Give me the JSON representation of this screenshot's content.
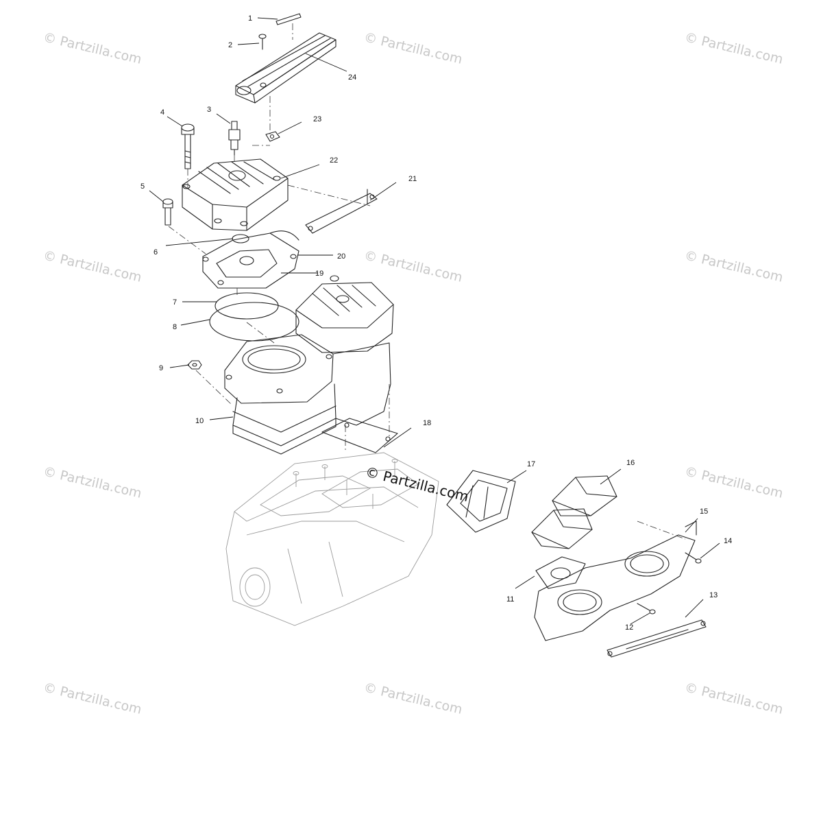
{
  "watermark": {
    "text": "© Partzilla.com",
    "center_text": "© Partzilla.com"
  },
  "callouts": [
    {
      "num": "1"
    },
    {
      "num": "2"
    },
    {
      "num": "3"
    },
    {
      "num": "4"
    },
    {
      "num": "5"
    },
    {
      "num": "6"
    },
    {
      "num": "7"
    },
    {
      "num": "8"
    },
    {
      "num": "9"
    },
    {
      "num": "10"
    },
    {
      "num": "11"
    },
    {
      "num": "12"
    },
    {
      "num": "13"
    },
    {
      "num": "14"
    },
    {
      "num": "15"
    },
    {
      "num": "16"
    },
    {
      "num": "17"
    },
    {
      "num": "18"
    },
    {
      "num": "19"
    },
    {
      "num": "20"
    },
    {
      "num": "21"
    },
    {
      "num": "22"
    },
    {
      "num": "23"
    },
    {
      "num": "24"
    }
  ]
}
